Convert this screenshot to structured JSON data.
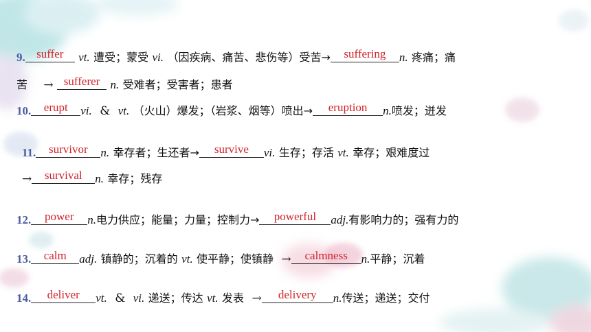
{
  "items": [
    {
      "num": "9.",
      "a1": "suffer",
      "t1": "vt.",
      "t2": "遭受；蒙受",
      "t3": "vi.",
      "t4": "（因疾病、痛苦、悲伤等）受苦→",
      "a2": "suffering",
      "t5": "n.",
      "t6": "疼痛；痛",
      "t7": "苦",
      "t8": "→",
      "a3": "sufferer",
      "t9": "n.",
      "t10": "受难者；受害者；患者"
    },
    {
      "num": "10.",
      "a1": "erupt",
      "t1": "vi.",
      "t2": "&",
      "t3": "vt.",
      "t4": "（火山）爆发；（岩浆、烟等）喷出→",
      "a2": "eruption",
      "t5": "n.",
      "t6": "喷发；迸发"
    },
    {
      "num": "11.",
      "a1": "survivor",
      "t1": "n.",
      "t2": "幸存者；生还者→",
      "a2": "survive",
      "t3": "vi.",
      "t4": "生存；存活",
      "t5": "vt.",
      "t6": "幸存；艰难度过",
      "t7": "→",
      "a3": "survival",
      "t8": "n.",
      "t9": "幸存；残存"
    },
    {
      "num": "12.",
      "a1": "power",
      "t1": "n.",
      "t2": "电力供应；能量；力量；控制力→",
      "a2": "powerful",
      "t3": "adj.",
      "t4": "有影响力的；强有力的"
    },
    {
      "num": "13.",
      "a1": "calm",
      "t1": "adj.",
      "t2": "镇静的；沉着的",
      "t3": "vt.",
      "t4": "使平静；使镇静",
      "t5": "→",
      "a2": "calmness",
      "t6": "n.",
      "t7": "平静；沉着"
    },
    {
      "num": "14.",
      "a1": "deliver",
      "t1": "vt.",
      "t2": "&",
      "t3": "vi.",
      "t4": "递送；传达",
      "t5": "vt.",
      "t6": "发表",
      "t7": "→",
      "a2": "delivery",
      "t8": "n.",
      "t9": "传送；递送；交付"
    }
  ],
  "colors": {
    "answer": "#d0232a",
    "number": "#4a5aa0",
    "text": "#111111"
  }
}
